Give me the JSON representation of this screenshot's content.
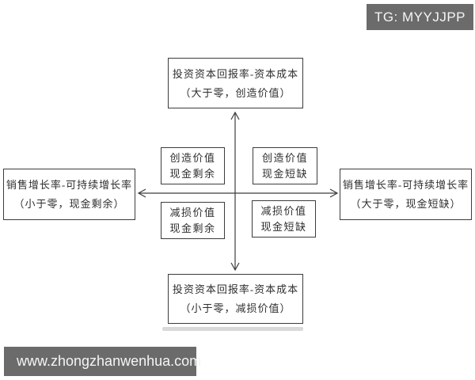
{
  "colors": {
    "page_bg": "#ffffff",
    "box_border": "#3c3c3c",
    "line": "#3c3c3c",
    "text": "#2e2e2e",
    "shadow": "#d9d9d9",
    "watermark_bg": "#6b6b6b",
    "watermark_fg": "#f5f5f5"
  },
  "watermark_top": {
    "text": "TG: MYYJJPP"
  },
  "watermark_bottom": {
    "text": "www.zhongzhanwenhua.com"
  },
  "diagram": {
    "top_box": {
      "line1": "投资资本回报率-资本成本",
      "line2": "（大于零，创造价值）"
    },
    "bottom_box": {
      "line1": "投资资本回报率-资本成本",
      "line2": "（小于零，减损价值）"
    },
    "left_box": {
      "line1": "销售增长率-可持续增长率",
      "line2": "（小于零，现金剩余）"
    },
    "right_box": {
      "line1": "销售增长率-可持续增长率",
      "line2": "（大于零，现金短缺）"
    },
    "quadrants": {
      "top_left": {
        "line1": "创造价值",
        "line2": "现金剩余"
      },
      "top_right": {
        "line1": "创造价值",
        "line2": "现金短缺"
      },
      "bottom_left": {
        "line1": "减损价值",
        "line2": "现金剩余"
      },
      "bottom_right": {
        "line1": "减损价值",
        "line2": "现金短缺"
      }
    }
  }
}
